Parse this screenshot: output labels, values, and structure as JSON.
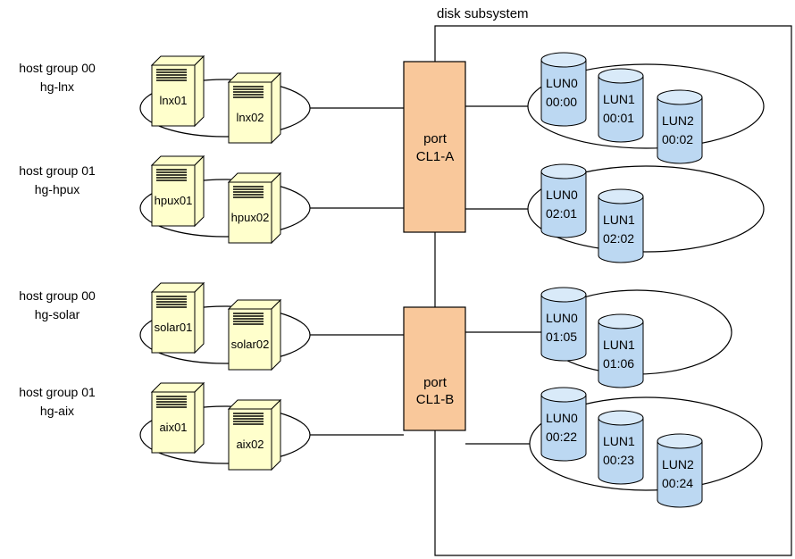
{
  "subsystem_label": "disk subsystem",
  "colors": {
    "port_fill": "#f9c89b",
    "server_fill": "#ffffcc",
    "disk_fill": "#bcd8f2",
    "disk_top": "#d9eaf9",
    "stroke": "#000000"
  },
  "ports": [
    {
      "line1": "port",
      "line2": "CL1-A"
    },
    {
      "line1": "port",
      "line2": "CL1-B"
    }
  ],
  "host_groups": [
    {
      "title": "host group 00",
      "name": "hg-lnx",
      "hosts": [
        "lnx01",
        "lnx02"
      ]
    },
    {
      "title": "host group 01",
      "name": "hg-hpux",
      "hosts": [
        "hpux01",
        "hpux02"
      ]
    },
    {
      "title": "host group 00",
      "name": "hg-solar",
      "hosts": [
        "solar01",
        "solar02"
      ]
    },
    {
      "title": "host group 01",
      "name": "hg-aix",
      "hosts": [
        "aix01",
        "aix02"
      ]
    }
  ],
  "lun_groups": [
    {
      "luns": [
        {
          "name": "LUN0",
          "id": "00:00"
        },
        {
          "name": "LUN1",
          "id": "00:01"
        },
        {
          "name": "LUN2",
          "id": "00:02"
        }
      ]
    },
    {
      "luns": [
        {
          "name": "LUN0",
          "id": "02:01"
        },
        {
          "name": "LUN1",
          "id": "02:02"
        }
      ]
    },
    {
      "luns": [
        {
          "name": "LUN0",
          "id": "01:05"
        },
        {
          "name": "LUN1",
          "id": "01:06"
        }
      ]
    },
    {
      "luns": [
        {
          "name": "LUN0",
          "id": "00:22"
        },
        {
          "name": "LUN1",
          "id": "00:23"
        },
        {
          "name": "LUN2",
          "id": "00:24"
        }
      ]
    }
  ]
}
